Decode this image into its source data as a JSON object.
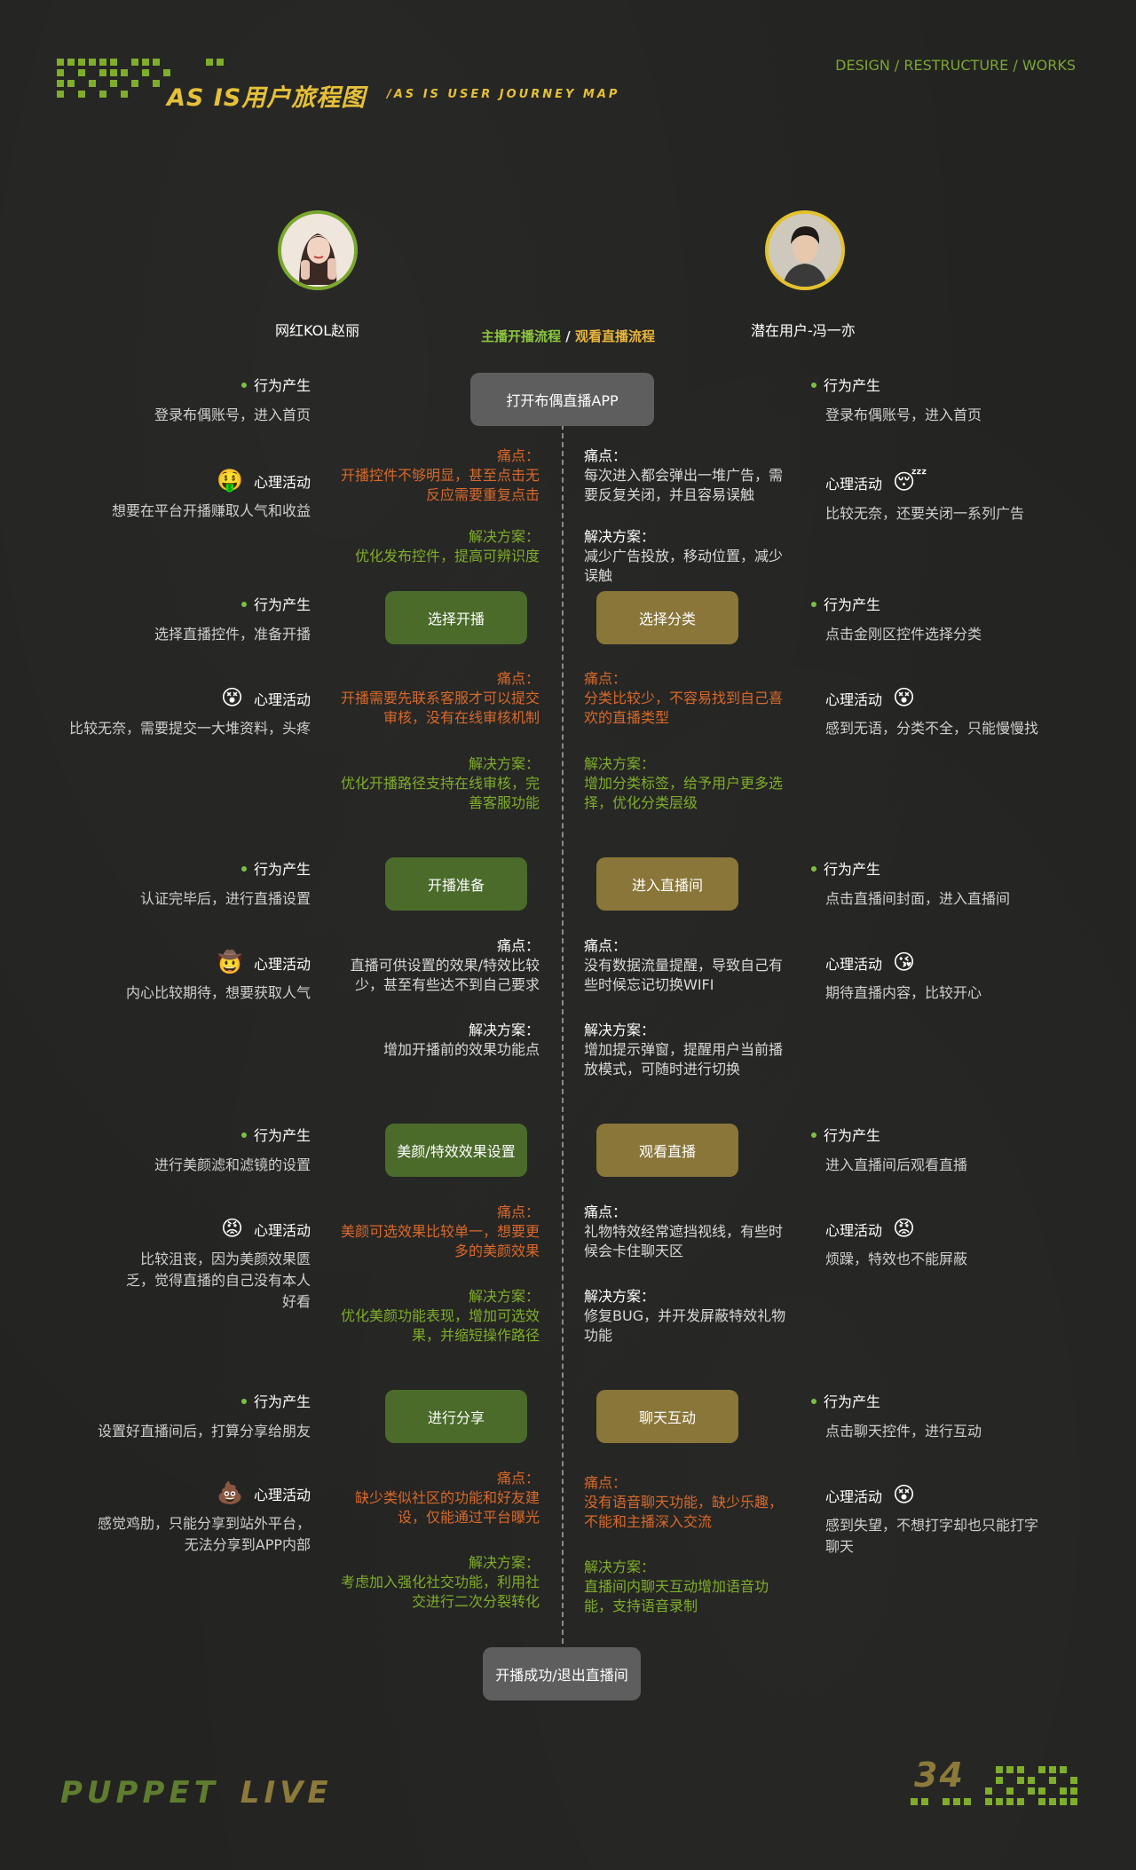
{
  "header": {
    "title": "AS IS用户旅程图",
    "subtitle": "/AS IS USER JOURNEY MAP",
    "nav": "DESIGN / RESTRUCTURE / WORKS"
  },
  "personas": {
    "left_name": "网红KOL赵丽",
    "right_name": "潜在用户-冯一亦"
  },
  "flow_title": {
    "left": "主播开播流程",
    "sep": " / ",
    "right": "观看直播流程"
  },
  "labels": {
    "behavior": "行为产生",
    "mind": "心理活动",
    "pain": "痛点：",
    "solution": "解决方案："
  },
  "steps": {
    "start": "打开布偶直播APP",
    "end": "开播成功/退出直播间",
    "left": [
      "选择开播",
      "开播准备",
      "美颜/特效效果设置",
      "进行分享"
    ],
    "right": [
      "选择分类",
      "进入直播间",
      "观看直播",
      "聊天互动"
    ]
  },
  "left_rows": [
    {
      "behavior": "登录布偶账号，进入首页",
      "emoji": "🤑",
      "mind": "想要在平台开播赚取人气和收益"
    },
    {
      "behavior": "选择直播控件，准备开播",
      "emoji": "😵",
      "mind": "比较无奈，需要提交一大堆资料，头疼"
    },
    {
      "behavior": "认证完毕后，进行直播设置",
      "emoji": "🤠",
      "mind": "内心比较期待，想要获取人气"
    },
    {
      "behavior": "进行美颜滤和滤镜的设置",
      "emoji": "😡",
      "mind": "比较沮丧，因为美颜效果匮乏，觉得直播的自己没有本人好看"
    },
    {
      "behavior": "设置好直播间后，打算分享给朋友",
      "emoji": "💩",
      "mind": "感觉鸡肋，只能分享到站外平台，无法分享到APP内部"
    }
  ],
  "right_rows": [
    {
      "behavior": "登录布偶账号，进入首页",
      "emoji": "😴",
      "mind": "比较无奈，还要关闭一系列广告"
    },
    {
      "behavior": "点击金刚区控件选择分类",
      "emoji": "😵",
      "mind": "感到无语，分类不全，只能慢慢找"
    },
    {
      "behavior": "点击直播间封面，进入直播间",
      "emoji": "😘",
      "mind": "期待直播内容，比较开心"
    },
    {
      "behavior": "进入直播间后观看直播",
      "emoji": "😡",
      "mind": "烦躁，特效也不能屏蔽"
    },
    {
      "behavior": "点击聊天控件，进行互动",
      "emoji": "😵",
      "mind": "感到失望，不想打字却也只能打字聊天"
    }
  ],
  "left_issues": [
    {
      "pain": "开播控件不够明显，甚至点击无反应需要重复点击",
      "solution": "优化发布控件，提高可辨识度"
    },
    {
      "pain": "开播需要先联系客服才可以提交审核，没有在线审核机制",
      "solution": "优化开播路径支持在线审核，完善客服功能"
    },
    {
      "pain": "直播可供设置的效果/特效比较少，甚至有些达不到自己要求",
      "solution": "增加开播前的效果功能点"
    },
    {
      "pain": "美颜可选效果比较单一，想要更多的美颜效果",
      "solution": "优化美颜功能表现，增加可选效果，并缩短操作路径"
    },
    {
      "pain": "缺少类似社区的功能和好友建设，仅能通过平台曝光",
      "solution": "考虑加入强化社交功能，利用社交进行二次分裂转化"
    }
  ],
  "right_issues": [
    {
      "pain": "每次进入都会弹出一堆广告，需要反复关闭，并且容易误触",
      "solution": "减少广告投放，移动位置，减少误触"
    },
    {
      "pain": "分类比较少，不容易找到自己喜欢的直播类型",
      "solution": "增加分类标签，给予用户更多选择，优化分类层级"
    },
    {
      "pain": "没有数据流量提醒，导致自己有些时候忘记切换WIFI",
      "solution": "增加提示弹窗，提醒用户当前播放模式，可随时进行切换"
    },
    {
      "pain": "礼物特效经常遮挡视线，有些时候会卡住聊天区",
      "solution": "修复BUG，并开发屏蔽特效礼物功能"
    },
    {
      "pain": "没有语音聊天功能，缺少乐趣，不能和主播深入交流",
      "solution": "直播间内聊天互动增加语音功能，支持语音录制"
    }
  ],
  "footer": {
    "brand_a": "PUPPET",
    "brand_b": "LIVE",
    "page": "34"
  },
  "colors": {
    "background": "#232321",
    "accent_green": "#7fae2a",
    "accent_gold": "#e5c039",
    "pain_orange": "#d8692b",
    "step_green": "#4a6b2a",
    "step_gold": "#8a7639",
    "step_gray": "#5e5e5e"
  }
}
